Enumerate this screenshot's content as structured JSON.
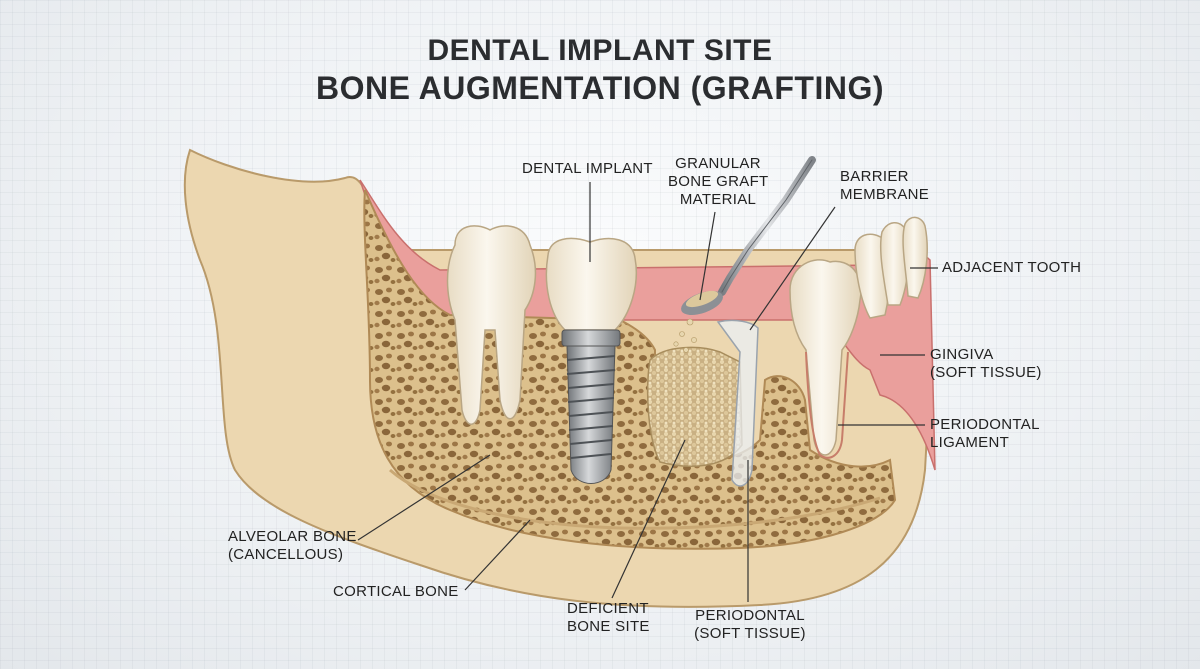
{
  "title": {
    "line1": "DENTAL IMPLANT SITE",
    "line2": "BONE AUGMENTATION (GRAFTING)"
  },
  "labels": {
    "dental_implant": "DENTAL IMPLANT",
    "granular_graft_1": "GRANULAR",
    "granular_graft_2": "BONE GRAFT",
    "granular_graft_3": "MATERIAL",
    "barrier_membrane_1": "BARRIER",
    "barrier_membrane_2": "MEMBRANE",
    "adjacent_tooth": "ADJACENT TOOTH",
    "gingiva_1": "GINGIVA",
    "gingiva_2": "(SOFT TISSUE)",
    "periodontal_ligament_1": "PERIODONTAL",
    "periodontal_ligament_2": "LIGAMENT",
    "alveolar_bone_1": "ALVEOLAR BONE",
    "alveolar_bone_2": "(CANCELLOUS)",
    "cortical_bone": "CORTICAL BONE",
    "deficient_site_1": "DEFICIENT",
    "deficient_site_2": "BONE SITE",
    "periodontal_soft_1": "PERIODONTAL",
    "periodontal_soft_2": "(SOFT TISSUE)"
  },
  "colors": {
    "bone_outer": "#ecd7b0",
    "bone_inner": "#d9bd8a",
    "gum": "#e99a98",
    "tooth": "#f5efe2",
    "implant": "#9a9da1",
    "graft": "#d5c094",
    "text": "#222222"
  }
}
